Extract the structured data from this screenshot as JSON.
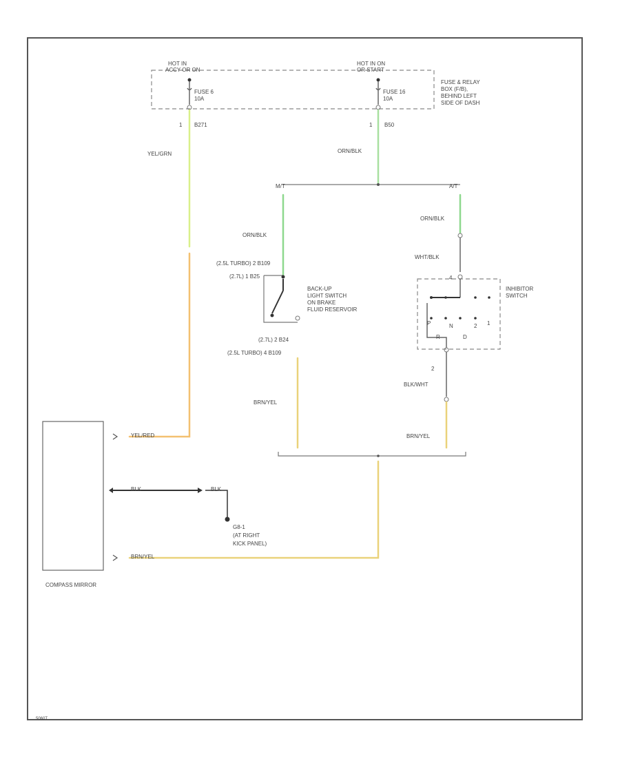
{
  "colors": {
    "yellow_green": "#d9f08a",
    "yellow_red": "#f3c070",
    "orange_black": "#a8e0a0",
    "green_black": "#8ed88e",
    "brown_yellow": "#ead27a",
    "black": "#333333",
    "gray": "#777777"
  },
  "fuse_box": {
    "left_hot": [
      "HOT IN",
      "ACCY OR ON"
    ],
    "left_fuse": [
      "FUSE 6",
      "10A"
    ],
    "right_hot": [
      "HOT IN ON",
      "OR START"
    ],
    "right_fuse": [
      "FUSE 16",
      "10A"
    ],
    "label": [
      "FUSE & RELAY",
      "BOX (F/B),",
      "BEHIND LEFT",
      "SIDE OF DASH"
    ]
  },
  "wires": {
    "left_pin": "1",
    "left_circuit": "B271",
    "right_pin": "1",
    "right_circuit": "B50",
    "yel_grn": "YEL/GRN",
    "orn_blk_top": "ORN/BLK",
    "orn_blk_mt": "ORN/BLK",
    "orn_blk_at": "ORN/BLK",
    "wht_blk": "WHT/BLK",
    "blk_wht": "BLK/WHT",
    "brn_yel_mt": "BRN/YEL",
    "brn_yel_at": "BRN/YEL",
    "yel_red": "YEL/RED",
    "blk_1": "BLK",
    "blk_2": "BLK",
    "brn_yel_mirror": "BRN/YEL"
  },
  "branches": {
    "mt": "M/T",
    "at": "A/T"
  },
  "backup_switch": {
    "top_line1": "(2.5L TURBO)  2      B109",
    "top_line2": "(2.7L)  1      B25",
    "label": [
      "BACK-UP",
      "LIGHT SWITCH",
      "ON BRAKE",
      "FLUID RESERVOIR"
    ],
    "bot_line1": "(2.7L)  2      B24",
    "bot_line2": "(2.5L TURBO)  4      B109"
  },
  "inhibitor": {
    "label": [
      "INHIBITOR",
      "SWITCH"
    ],
    "pin_top": "4",
    "pin_bottom": "2",
    "positions": [
      "P",
      "R",
      "N",
      "D",
      "2",
      "1"
    ]
  },
  "ground": {
    "label": [
      "G8-1",
      "(AT RIGHT",
      "KICK PANEL)"
    ]
  },
  "mirror": {
    "label": "COMPASS MIRROR"
  },
  "footer": "5060T"
}
